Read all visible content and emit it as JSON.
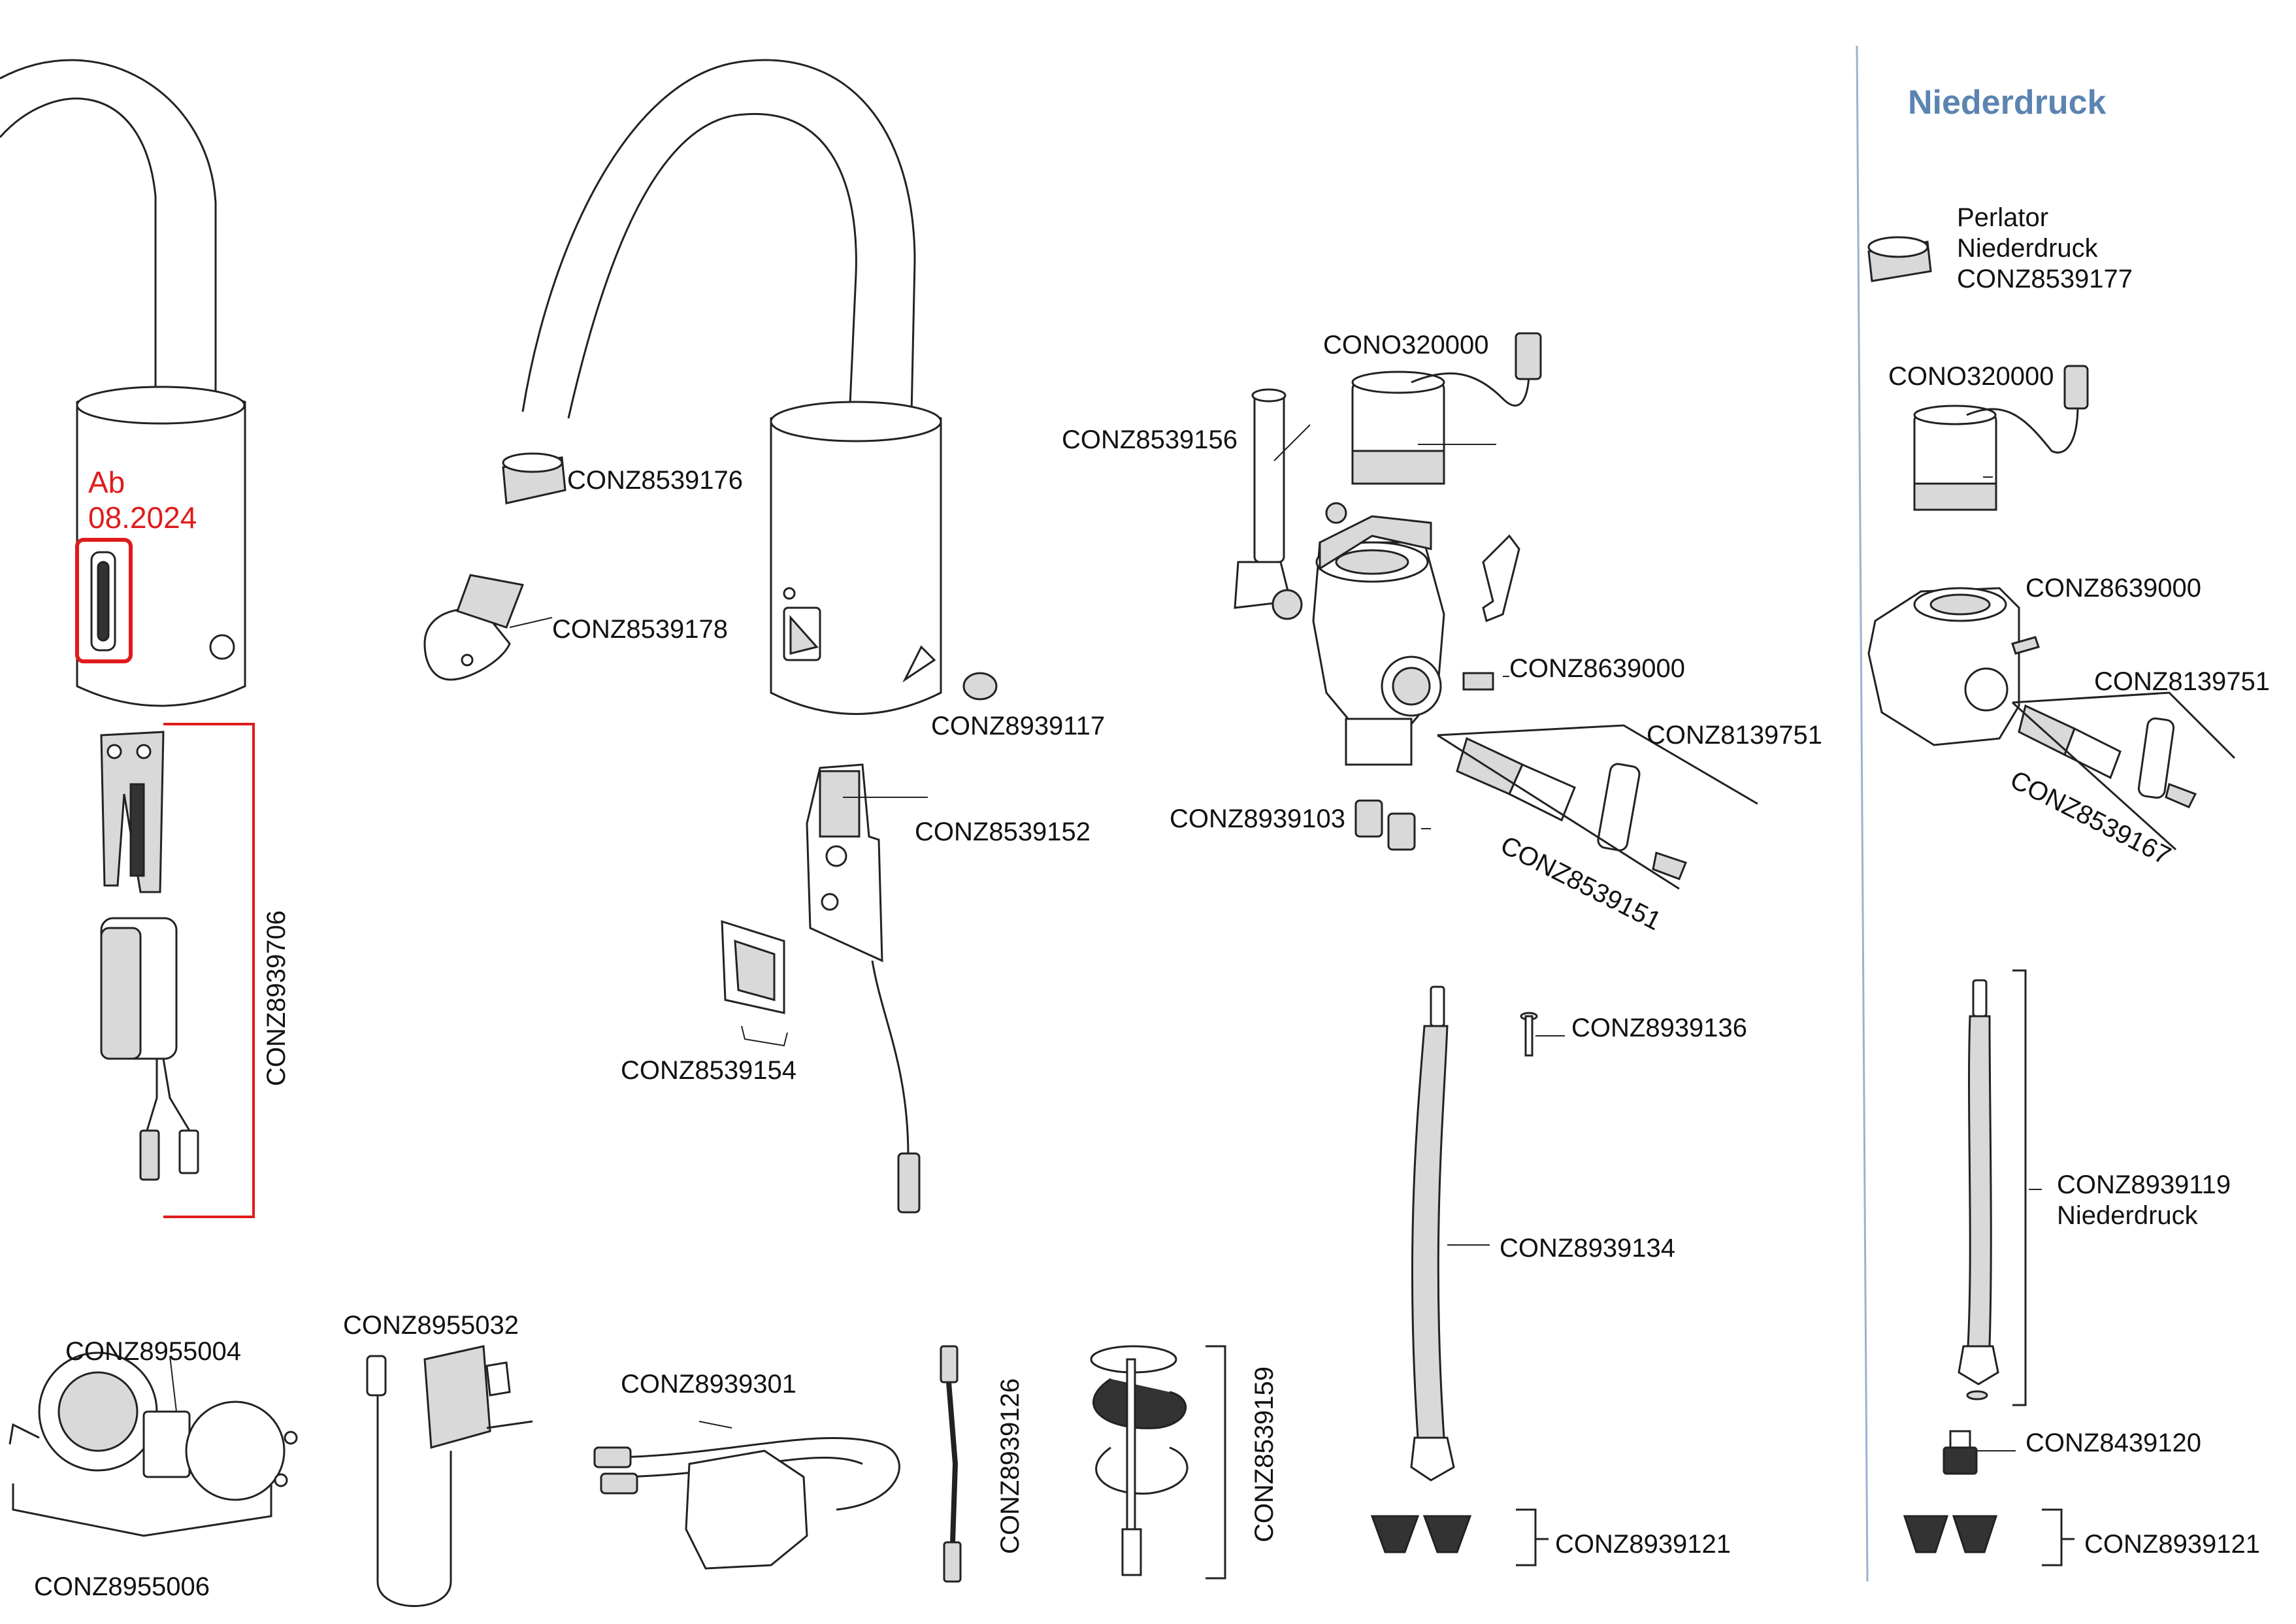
{
  "heading": "Niederdruck",
  "red_note": {
    "line1": "Ab",
    "line2": "08.2024"
  },
  "colors": {
    "red_accent": "#e01b1b",
    "heading_blue": "#5b84b1",
    "line": "#222222"
  },
  "labels": {
    "conz8539176": "CONZ8539176",
    "conz8539178": "CONZ8539178",
    "conz8939117": "CONZ8939117",
    "conz8539152": "CONZ8539152",
    "conz8539154": "CONZ8539154",
    "conz8939706": "CONZ8939706",
    "cono320000_a": "CONO320000",
    "conz8539156": "CONZ8539156",
    "conz8639000_a": "CONZ8639000",
    "conz8139751_a": "CONZ8139751",
    "conz8939103": "CONZ8939103",
    "conz8539151": "CONZ8539151",
    "conz8939136": "CONZ8939136",
    "conz8939134": "CONZ8939134",
    "conz8939121_a": "CONZ8939121",
    "perlator_line1": "Perlator",
    "perlator_line2": "Niederdruck",
    "perlator_line3": "CONZ8539177",
    "cono320000_b": "CONO320000",
    "conz8639000_b": "CONZ8639000",
    "conz8139751_b": "CONZ8139751",
    "conz8539167": "CONZ8539167",
    "conz8939119_line1": "CONZ8939119",
    "conz8939119_line2": "Niederdruck",
    "conz8439120": "CONZ8439120",
    "conz8939121_b": "CONZ8939121",
    "conz8955004": "CONZ8955004",
    "conz8955006": "CONZ8955006",
    "conz8955032": "CONZ8955032",
    "conz8939301": "CONZ8939301",
    "conz8939126": "CONZ8939126",
    "conz8539159": "CONZ8539159"
  }
}
